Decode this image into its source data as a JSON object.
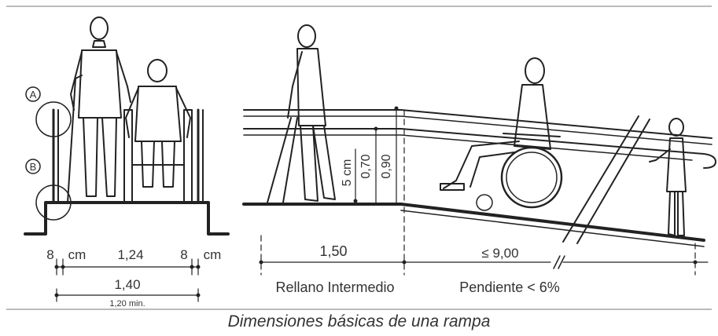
{
  "caption": "Dimensiones básicas de una rampa",
  "labels": {
    "marker_a": "A",
    "marker_b": "B",
    "dim_8_left": "8",
    "cm_left": "cm",
    "dim_124": "1,24",
    "dim_8_right": "8",
    "cm_right": "cm",
    "dim_140": "1,40",
    "dim_120_min": "1,20  min.",
    "dim_5cm": "5  cm",
    "dim_070": "0,70",
    "dim_090": "0,90",
    "dim_150": "1,50",
    "dim_900": "≤  9,00",
    "landing_label": "Rellano Intermedio",
    "slope_label": "Pendiente < 6%"
  },
  "colors": {
    "line": "#222222",
    "text": "#333333",
    "background": "#ffffff"
  }
}
